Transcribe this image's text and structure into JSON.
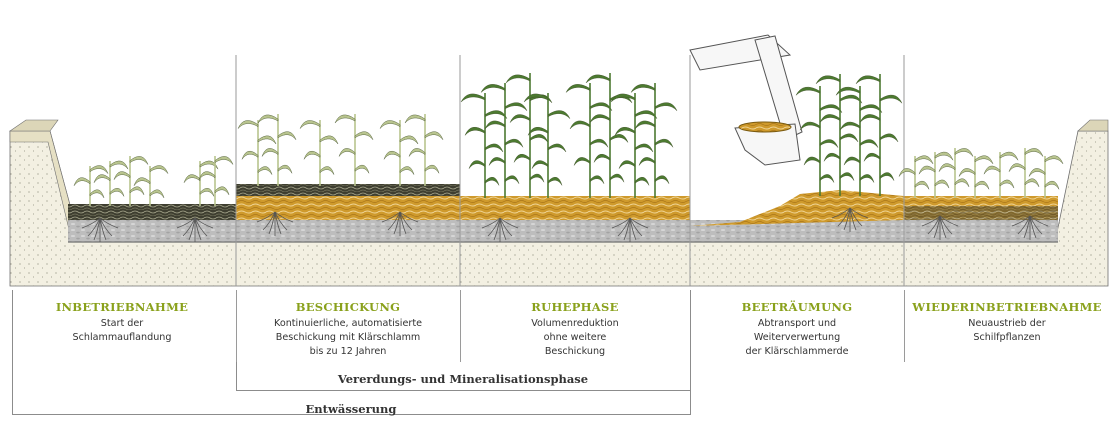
{
  "phases": [
    {
      "title": "INBETRIEBNAHME",
      "description": "Start der\nSchlammauflandung"
    },
    {
      "title": "BESCHICKUNG",
      "description": "Kontinuierliche, automatisierte\nBeschickung mit Klärschlamm\nbis zu 12 Jahren"
    },
    {
      "title": "RUHEPHASE",
      "description": "Volumenreduktion\nohne weitere\nBeschickung"
    },
    {
      "title": "BEETRÄUMUNG",
      "description": "Abtransport und\nWeiterverwertung\nder Klärschlammerde"
    },
    {
      "title": "WIEDERINBETRIEBNAHME",
      "description": "Neuaustrieb der\nSchilfpflanzen"
    }
  ],
  "brackets": {
    "vererdung": "Vererdungs- und Mineralisationsphase",
    "entwaesserung": "Entwässerung"
  },
  "colors": {
    "accent": "#8aa11c",
    "sludge_dark": "#4a4a3a",
    "sludge_earth": "#c9952a",
    "gravel": "#b9b9b9",
    "sand": "#f1eedf",
    "reed_young": "#b8c48e",
    "reed_mature": "#4c7a30"
  }
}
